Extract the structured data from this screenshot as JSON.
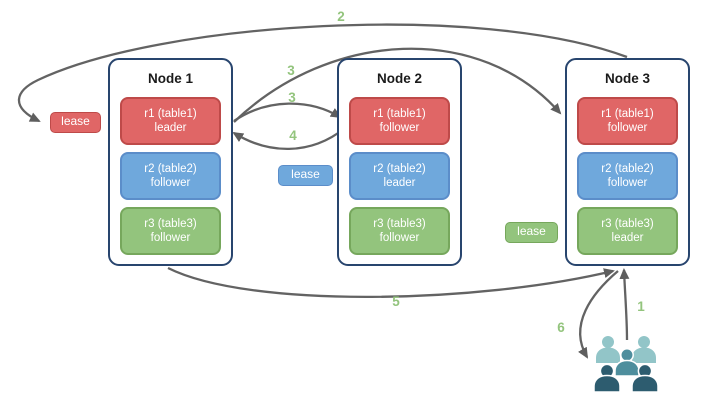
{
  "diagram": {
    "nodes": [
      {
        "name": "Node 1",
        "replicas": [
          {
            "replica": "r1 (table1)",
            "role": "leader",
            "color": "red"
          },
          {
            "replica": "r2 (table2)",
            "role": "follower",
            "color": "blue"
          },
          {
            "replica": "r3 (table3)",
            "role": "follower",
            "color": "green"
          }
        ]
      },
      {
        "name": "Node 2",
        "replicas": [
          {
            "replica": "r1 (table1)",
            "role": "follower",
            "color": "red"
          },
          {
            "replica": "r2 (table2)",
            "role": "leader",
            "color": "blue"
          },
          {
            "replica": "r3 (table3)",
            "role": "follower",
            "color": "green"
          }
        ]
      },
      {
        "name": "Node 3",
        "replicas": [
          {
            "replica": "r1 (table1)",
            "role": "follower",
            "color": "red"
          },
          {
            "replica": "r2 (table2)",
            "role": "follower",
            "color": "blue"
          },
          {
            "replica": "r3 (table3)",
            "role": "leader",
            "color": "green"
          }
        ]
      }
    ],
    "leases": [
      {
        "label": "lease",
        "color": "red",
        "position": "left-of-node1"
      },
      {
        "label": "lease",
        "color": "blue",
        "position": "between-node1-node2"
      },
      {
        "label": "lease",
        "color": "green",
        "position": "between-node2-node3"
      }
    ],
    "steps": [
      "1",
      "2",
      "3",
      "3",
      "4",
      "5",
      "6"
    ],
    "icons": {
      "users": "users-icon"
    },
    "colors": {
      "red_fill": "#E06666",
      "red_border": "#BE4A49",
      "blue_fill": "#6FA8DC",
      "blue_border": "#5B8DC9",
      "green_fill": "#93C47D",
      "green_border": "#76A75C",
      "node_border": "#28456E",
      "arrow": "#636363",
      "step_label": "#93C47D",
      "users_light": "#92C5C8",
      "users_mid": "#4E8E9D",
      "users_dark": "#2D5C6F"
    }
  }
}
